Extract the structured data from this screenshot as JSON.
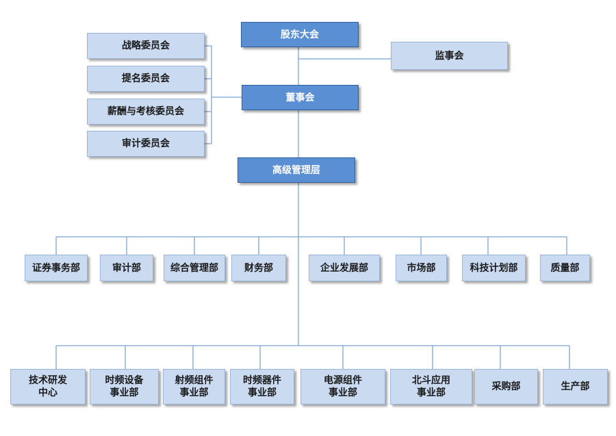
{
  "top": {
    "shareholders": "股东大会",
    "supervisors": "监事会",
    "board": "董事会",
    "management": "高级管理层"
  },
  "committees": [
    "战略委员会",
    "提名委员会",
    "薪酬与考核委员会",
    "审计委员会"
  ],
  "departments": [
    "证券事务部",
    "审计部",
    "综合管理部",
    "财务部",
    "企业发展部",
    "市场部",
    "科技计划部",
    "质量部"
  ],
  "business_units": [
    "技术研发\n中心",
    "时频设备\n事业部",
    "射频组件\n事业部",
    "时频器件\n事业部",
    "电源组件\n事业部",
    "北斗应用\n事业部",
    "采购部",
    "生产部"
  ],
  "colors": {
    "dark_box": "#5b8fd4",
    "light_box": "#c9daf1",
    "line": "#8fb0dc"
  }
}
